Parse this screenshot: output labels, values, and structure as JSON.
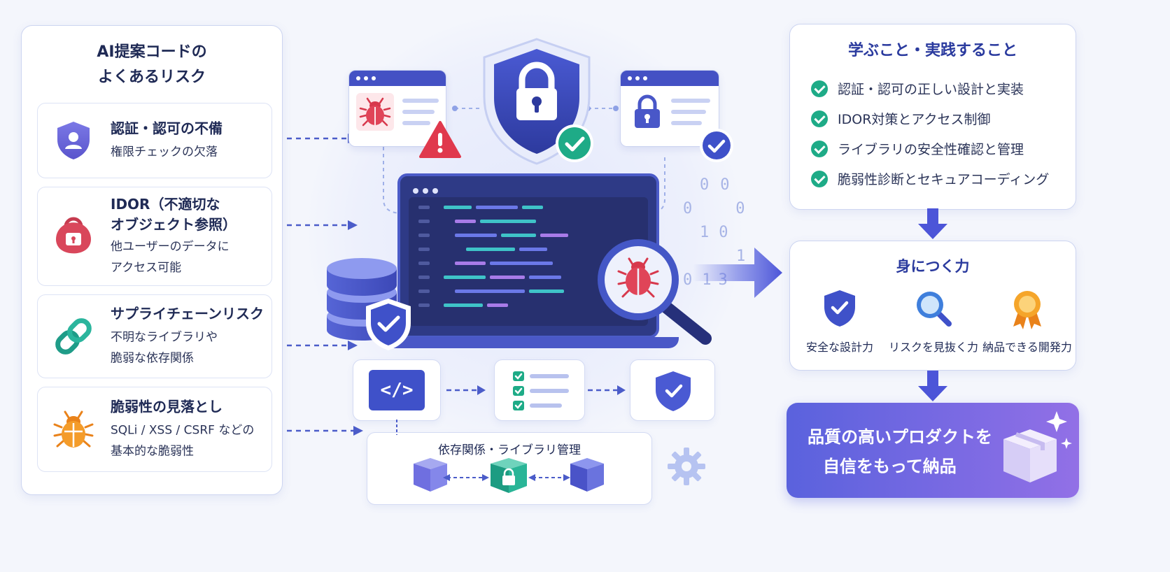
{
  "colors": {
    "navy": "#1f2a55",
    "accent_blue": "#3f51c9",
    "indigo": "#5561d6",
    "red": "#d9475b",
    "teal": "#1eab87",
    "orange": "#f1901f",
    "purple_gradient_start": "#5a62dd",
    "purple_gradient_end": "#9270e6"
  },
  "left_panel": {
    "title_line1": "AI提案コードの",
    "title_line2": "よくあるリスク",
    "risks": [
      {
        "icon": "user-shield-icon",
        "title": "認証・認可の不備",
        "desc": "権限チェックの欠落"
      },
      {
        "icon": "lock-icon",
        "title_line1": "IDOR（不適切な",
        "title_line2": "オブジェクト参照）",
        "desc_line1": "他ユーザーのデータに",
        "desc_line2": "アクセス可能"
      },
      {
        "icon": "chain-link-icon",
        "title": "サプライチェーンリスク",
        "desc_line1": "不明なライブラリや",
        "desc_line2": "脆弱な依存関係"
      },
      {
        "icon": "bug-icon",
        "title": "脆弱性の見落とし",
        "desc_line1": "SQLi / XSS / CSRF などの",
        "desc_line2": "基本的な脆弱性"
      }
    ]
  },
  "center": {
    "binary_digits": [
      "0",
      "0",
      "0",
      "0",
      "1",
      "0",
      "1",
      "0",
      "1",
      "3"
    ],
    "code_tag": "</>",
    "dependency_label": "依存関係・ライブラリ管理"
  },
  "right_panel": {
    "learn": {
      "title": "学ぶこと・実践すること",
      "items": [
        "認証・認可の正しい設計と実装",
        "IDOR対策とアクセス制御",
        "ライブラリの安全性確認と管理",
        "脆弱性診断とセキュアコーディング"
      ]
    },
    "skills": {
      "title": "身につく力",
      "items": [
        {
          "icon": "shield-check-icon",
          "label": "安全な設計力"
        },
        {
          "icon": "magnifier-icon",
          "label": "リスクを見抜く力"
        },
        {
          "icon": "award-ribbon-icon",
          "label": "納品できる開発力"
        }
      ]
    },
    "result": {
      "line1": "品質の高いプロダクトを",
      "line2": "自信をもって納品"
    }
  }
}
